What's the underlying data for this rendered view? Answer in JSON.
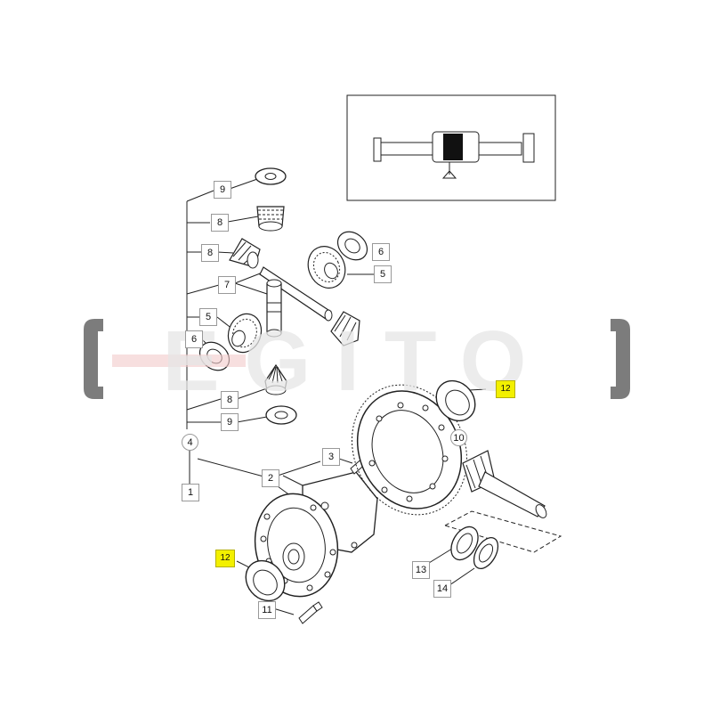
{
  "watermark": {
    "text": "EGITO",
    "color": "#e6e6e6",
    "bracket_color": "#6e6e6e",
    "accent_color": "#f2c9c9"
  },
  "highlight_color": "#f3f000",
  "callouts": {
    "c9a": "9",
    "c8a": "8",
    "c8b": "8",
    "c7": "7",
    "c5a": "5",
    "c6a": "6",
    "c8c": "8",
    "c9b": "9",
    "c4": "4",
    "c1": "1",
    "c6b": "6",
    "c5b": "5",
    "c3": "3",
    "c2": "2",
    "c12a": "12",
    "c10": "10",
    "c12b": "12",
    "c11": "11",
    "c13": "13",
    "c14": "14"
  }
}
